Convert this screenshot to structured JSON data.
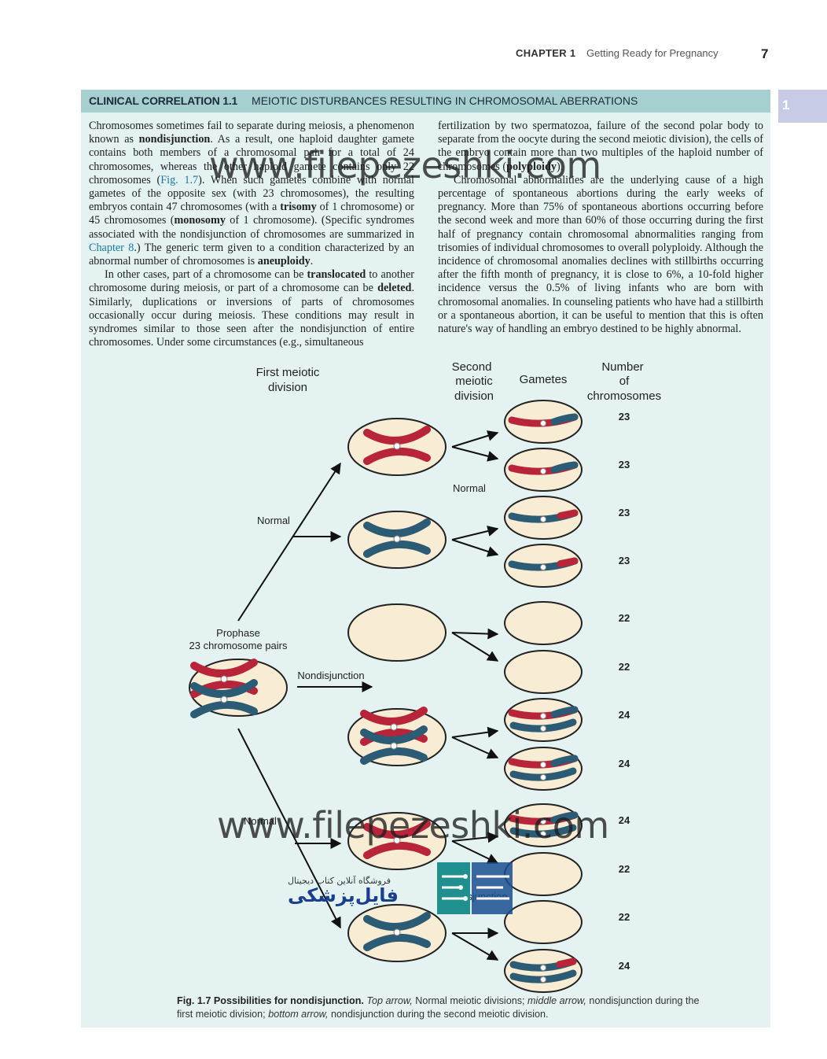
{
  "header": {
    "chapter": "CHAPTER 1",
    "title": "Getting Ready for Pregnancy",
    "page_number": "7",
    "side_tab": "1"
  },
  "box": {
    "label": "CLINICAL CORRELATION 1.1",
    "title": "MEIOTIC DISTURBANCES RESULTING IN CHROMOSOMAL ABERRATIONS"
  },
  "text": {
    "l1_a": "Chromosomes sometimes fail to separate during meiosis, a phenomenon known as ",
    "l1_b": "nondisjunction",
    "l1_c": ". As a result, one haploid daughter gamete contains both members of a chromosomal pair for a total of 24 chromosomes, whereas the other haploid gamete contains only 22 chromosomes (",
    "l1_d": "Fig. 1.7",
    "l1_e": "). When such gametes combine with normal gametes of the opposite sex (with 23 chromosomes), the resulting embryos contain 47 chromosomes (with a ",
    "l1_f": "trisomy",
    "l1_g": " of 1 chromosome) or 45 chromosomes (",
    "l1_h": "monosomy",
    "l1_i": " of 1 chromosome). (Specific syndromes associated with the nondisjunction of chromosomes are summarized in ",
    "l1_j": "Chapter 8",
    "l1_k": ".) The generic term given to a condition characterized by an abnormal number of chromosomes is ",
    "l1_l": "aneuploidy",
    "l1_m": ".",
    "l2_a": "In other cases, part of a chromosome can be ",
    "l2_b": "translocated",
    "l2_c": " to another chromosome during meiosis, or part of a chromosome can be ",
    "l2_d": "deleted",
    "l2_e": ". Similarly, duplications or inversions of parts of chromosomes occasionally occur during meiosis. These conditions may result in syndromes similar to those seen after the nondisjunction of entire chromosomes. Under some circumstances (e.g., simultaneous fertilization by two spermatozoa, failure of the second polar body to separate from the oocyte during the second meiotic division), the cells of the embryo contain more than two multiples of the haploid number of chromosomes (",
    "l2_f": "polyploidy",
    "l2_g": ").",
    "r2": "Chromosomal abnormalities are the underlying cause of a high percentage of spontaneous abortions during the early weeks of pregnancy. More than 75% of spontaneous abortions occurring before the second week and more than 60% of those occurring during the first half of pregnancy contain chromosomal abnormalities ranging from trisomies of individual chromosomes to overall polyploidy. Although the incidence of chromosomal anomalies declines with stillbirths occurring after the fifth month of pregnancy, it is close to 6%, a 10-fold higher incidence versus the 0.5% of living infants who are born with chromosomal anomalies. In counseling patients who have had a stillbirth or a spontaneous abortion, it can be useful to mention that this is often nature's way of handling an embryo destined to be highly abnormal."
  },
  "figure": {
    "col_first": [
      "First meiotic",
      "division"
    ],
    "col_second": [
      "Second",
      "meiotic",
      "division"
    ],
    "col_gametes": "Gametes",
    "col_number": [
      "Number",
      "of",
      "chromosomes"
    ],
    "label_normal": "Normal",
    "label_nondisjunction": "Nondisjunction",
    "prophase": [
      "Prophase",
      "23 chromosome pairs"
    ],
    "counts": [
      "23",
      "23",
      "23",
      "23",
      "22",
      "22",
      "24",
      "24",
      "24",
      "22",
      "22",
      "24"
    ],
    "colors": {
      "red": "#b8243a",
      "blue": "#2b5b75",
      "cell": "#f8ecd4",
      "outline": "#222222"
    }
  },
  "caption": {
    "label": "Fig. 1.7",
    "title": "Possibilities for nondisjunction.",
    "t1": "Top arrow,",
    "t2": " Normal meiotic divisions; ",
    "t3": "middle arrow,",
    "t4": " nondisjunction during the first meiotic division; ",
    "t5": "bottom arrow,",
    "t6": " nondisjunction during the second meiotic division."
  },
  "watermark": {
    "url": "www.filepezeshki.com",
    "logo_text": "فایل‌پزشکی",
    "logo_sub": "فروشگاه آنلاین کتاب دیجیتال"
  }
}
